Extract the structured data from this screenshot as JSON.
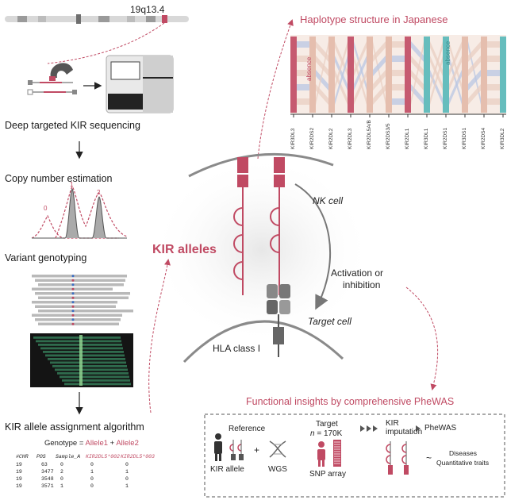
{
  "chromosome": {
    "band_label": "19q13.4"
  },
  "steps": {
    "sequencing": "Deep targeted KIR sequencing",
    "copy_number": "Copy number estimation",
    "peak_labels": [
      "0",
      "1",
      "2"
    ],
    "genotyping": "Variant genotyping",
    "assignment": "KIR allele assignment algorithm"
  },
  "genotype_formula": {
    "prefix": "Genotype = ",
    "allele1": "Allele1",
    "plus": " + ",
    "allele2": "Allele2"
  },
  "allele_table": {
    "headers": [
      "#CHR",
      "POS",
      "Sample_A",
      "KIR2DL5*002",
      "KIR2DL5*003"
    ],
    "rows": [
      [
        "19",
        "63",
        "0",
        "0",
        "0"
      ],
      [
        "19",
        "3477",
        "2",
        "1",
        "1"
      ],
      [
        "19",
        "3548",
        "0",
        "0",
        "0"
      ],
      [
        "19",
        "3571",
        "1",
        "0",
        "1"
      ]
    ]
  },
  "haplotype": {
    "title": "Haplotype structure in Japanese",
    "absence_label": "absence",
    "genes": [
      "KIR3DL3",
      "KIR2DS2",
      "KIR2DL2",
      "KIR2DL3",
      "KIR2DL5A/B",
      "KIR2DS3/5",
      "KIR2DL1",
      "KIR3DL1",
      "KIR2DS1",
      "KIR3DS1",
      "KIR2DS4",
      "KIR3DL2"
    ]
  },
  "center": {
    "kir_alleles": "KIR alleles",
    "nk_cell": "NK cell",
    "activation": "Activation or",
    "inhibition": "inhibition",
    "target_cell": "Target cell",
    "hla": "HLA class I"
  },
  "phewas": {
    "title": "Functional insights by comprehensive PheWAS",
    "reference": "Reference",
    "kir_allele": "KIR allele",
    "plus": "+",
    "wgs": "WGS",
    "target": "Target",
    "n_label": "n",
    "n_value": " = 170K",
    "snp_array": "SNP array",
    "kir_label": "KIR",
    "imputation": "imputation",
    "phewas_label": "PheWAS",
    "tilde": "~",
    "diseases": "Diseases",
    "traits": "Quantitative traits"
  },
  "colors": {
    "accent": "#c04a63",
    "teal": "#55b8b8",
    "peach": "#e9c6b4",
    "grey": "#8a8a8a"
  }
}
